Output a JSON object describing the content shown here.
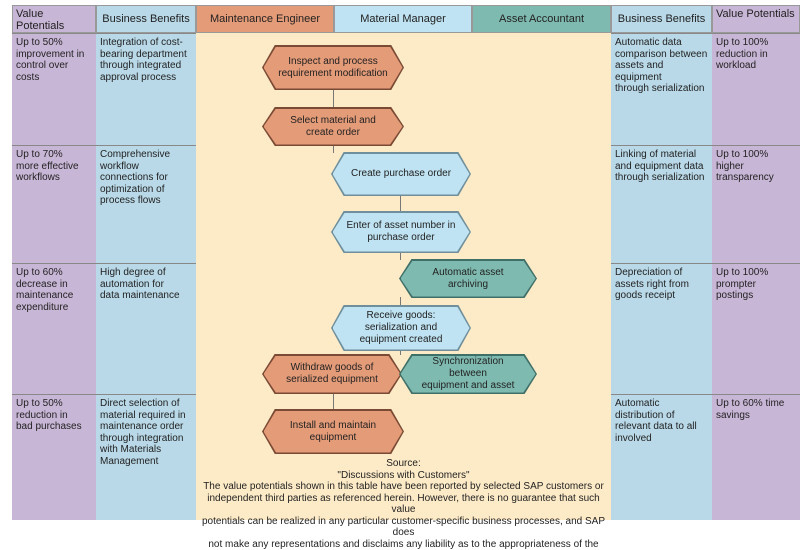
{
  "headers": {
    "value_potentials_left": "Value Potentials",
    "business_benefits_left": "Business Benefits",
    "maintenance_engineer": "Maintenance Engineer",
    "material_manager": "Material Manager",
    "asset_accountant": "Asset Accountant",
    "business_benefits_right": "Business Benefits",
    "value_potentials_right": "Value Potentials"
  },
  "rows": [
    {
      "left_value": [
        "Up to 50%",
        "improvement in",
        "control over",
        "costs"
      ],
      "left_benefit": [
        "Integration of cost-",
        "bearing department",
        "through integrated",
        "approval process"
      ],
      "right_benefit": [
        "Automatic data",
        "comparison between",
        "assets and equipment",
        "through serialization"
      ],
      "right_value": [
        "Up to 100%",
        "reduction in",
        "workload"
      ]
    },
    {
      "left_value": [
        "Up to 70%",
        "more effective",
        "workflows"
      ],
      "left_benefit": [
        "Comprehensive",
        "workflow",
        "connections for",
        "optimization of",
        "process flows"
      ],
      "right_benefit": [
        "Linking of material",
        "and equipment data",
        "through serialization"
      ],
      "right_value": [
        "Up to 100%",
        "higher",
        "transparency"
      ]
    },
    {
      "left_value": [
        "Up to 60%",
        "decrease in",
        "maintenance",
        "expenditure"
      ],
      "left_benefit": [
        "High degree of",
        "automation for",
        "data maintenance"
      ],
      "right_benefit": [
        "Depreciation of",
        "assets right from",
        "goods receipt"
      ],
      "right_value": [
        "Up to 100%",
        "prompter",
        "postings"
      ]
    },
    {
      "left_value": [
        "Up to 50%",
        "reduction in",
        "bad purchases"
      ],
      "left_benefit": [
        "Direct selection of",
        "material required in",
        "maintenance order",
        "through integration",
        "with Materials",
        "Management"
      ],
      "right_benefit": [
        "Automatic",
        "distribution of",
        "relevant data to all",
        "involved"
      ],
      "right_value": [
        "Up to 60% time",
        "savings"
      ]
    }
  ],
  "process_steps": [
    {
      "lines": [
        "Inspect and process",
        "requirement modification"
      ],
      "role": "maintenance_engineer"
    },
    {
      "lines": [
        "Select material and",
        "create order"
      ],
      "role": "maintenance_engineer"
    },
    {
      "lines": [
        "Create purchase order"
      ],
      "role": "material_manager"
    },
    {
      "lines": [
        "Enter of asset number in",
        "purchase order"
      ],
      "role": "material_manager"
    },
    {
      "lines": [
        "Automatic asset archiving"
      ],
      "role": "asset_accountant"
    },
    {
      "lines": [
        "Receive goods:",
        "serialization and",
        "equipment created"
      ],
      "role": "material_manager"
    },
    {
      "lines": [
        "Withdraw goods of",
        "serialized equipment"
      ],
      "role": "maintenance_engineer"
    },
    {
      "lines": [
        "Synchronization between",
        "equipment and asset"
      ],
      "role": "asset_accountant"
    },
    {
      "lines": [
        "Install and maintain",
        "equipment"
      ],
      "role": "maintenance_engineer"
    }
  ],
  "source": {
    "label": "Source:",
    "reference": "\"Discussions with Customers\"",
    "disclaimer": [
      "The value potentials shown in this table have been reported by selected SAP customers or",
      "independent third parties as referenced herein. However, there is no guarantee that such value",
      "potentials can be realized in any particular customer-specific business processes, and SAP does",
      "not make any representations and disclaims any liability as to the appropriateness of the"
    ]
  },
  "colors": {
    "value_potentials": "#c8b6d6",
    "business_benefits": "#b9d9e8",
    "maintenance_engineer": "#e49b78",
    "material_manager": "#bfe3f2",
    "asset_accountant": "#7fbab0",
    "process_area": "#fdebc8"
  }
}
